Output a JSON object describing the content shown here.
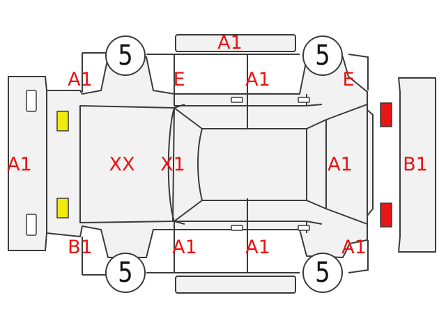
{
  "colors": {
    "outline": "#3a3a3a",
    "panel": "#f2f2f2",
    "mark_text": "#ee1111",
    "tire_text": "#111111",
    "front_lamp": "#f1ea10",
    "rear_lamp": "#e51717"
  },
  "marks": {
    "front_left_fender": "A1",
    "front_left_door": "E",
    "rear_left_door": "A1",
    "rear_left_fender": "E",
    "front_bumper": "A1",
    "hood": "XX",
    "windshield": "X1",
    "rear_glass": "A1",
    "rear_bumper": "B1",
    "front_right_fender": "B1",
    "front_right_door": "A1",
    "rear_right_door": "A1",
    "rear_right_fender": "A1",
    "left_roof_rail": "A1"
  },
  "tires": {
    "front_left": "5",
    "rear_left": "5",
    "front_right": "5",
    "rear_right": "5"
  }
}
